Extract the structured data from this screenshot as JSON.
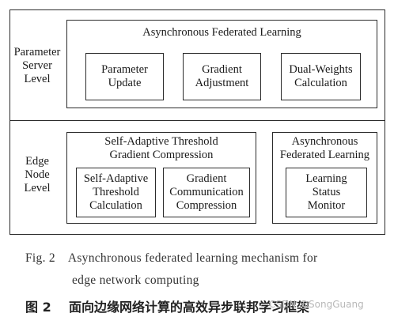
{
  "top": {
    "level_lines": [
      "Parameter",
      "Server",
      "Level"
    ],
    "title": "Asynchronous Federated Learning",
    "modules": [
      {
        "lines": [
          "Parameter",
          "Update"
        ]
      },
      {
        "lines": [
          "Gradient",
          "Adjustment"
        ]
      },
      {
        "lines": [
          "Dual-Weights",
          "Calculation"
        ]
      }
    ]
  },
  "bottom": {
    "level_lines": [
      "Edge",
      "Node",
      "Level"
    ],
    "left_group": {
      "title_lines": [
        "Self-Adaptive Threshold",
        "Gradient Compression"
      ],
      "modules": [
        {
          "lines": [
            "Self-Adaptive",
            "Threshold",
            "Calculation"
          ]
        },
        {
          "lines": [
            "Gradient",
            "Communication",
            "Compression"
          ]
        }
      ]
    },
    "right_group": {
      "title_lines": [
        "Asynchronous",
        "Federated Learning"
      ],
      "module": {
        "lines": [
          "Learning",
          "Status",
          "Monitor"
        ]
      }
    }
  },
  "caption": {
    "line1": "Fig. 2    Asynchronous federated learning mechanism for",
    "line2": "edge network computing",
    "zh": "图 2    面向边缘网络计算的高效异步联邦学习框架"
  },
  "watermark": "CSDN @SongGuang"
}
